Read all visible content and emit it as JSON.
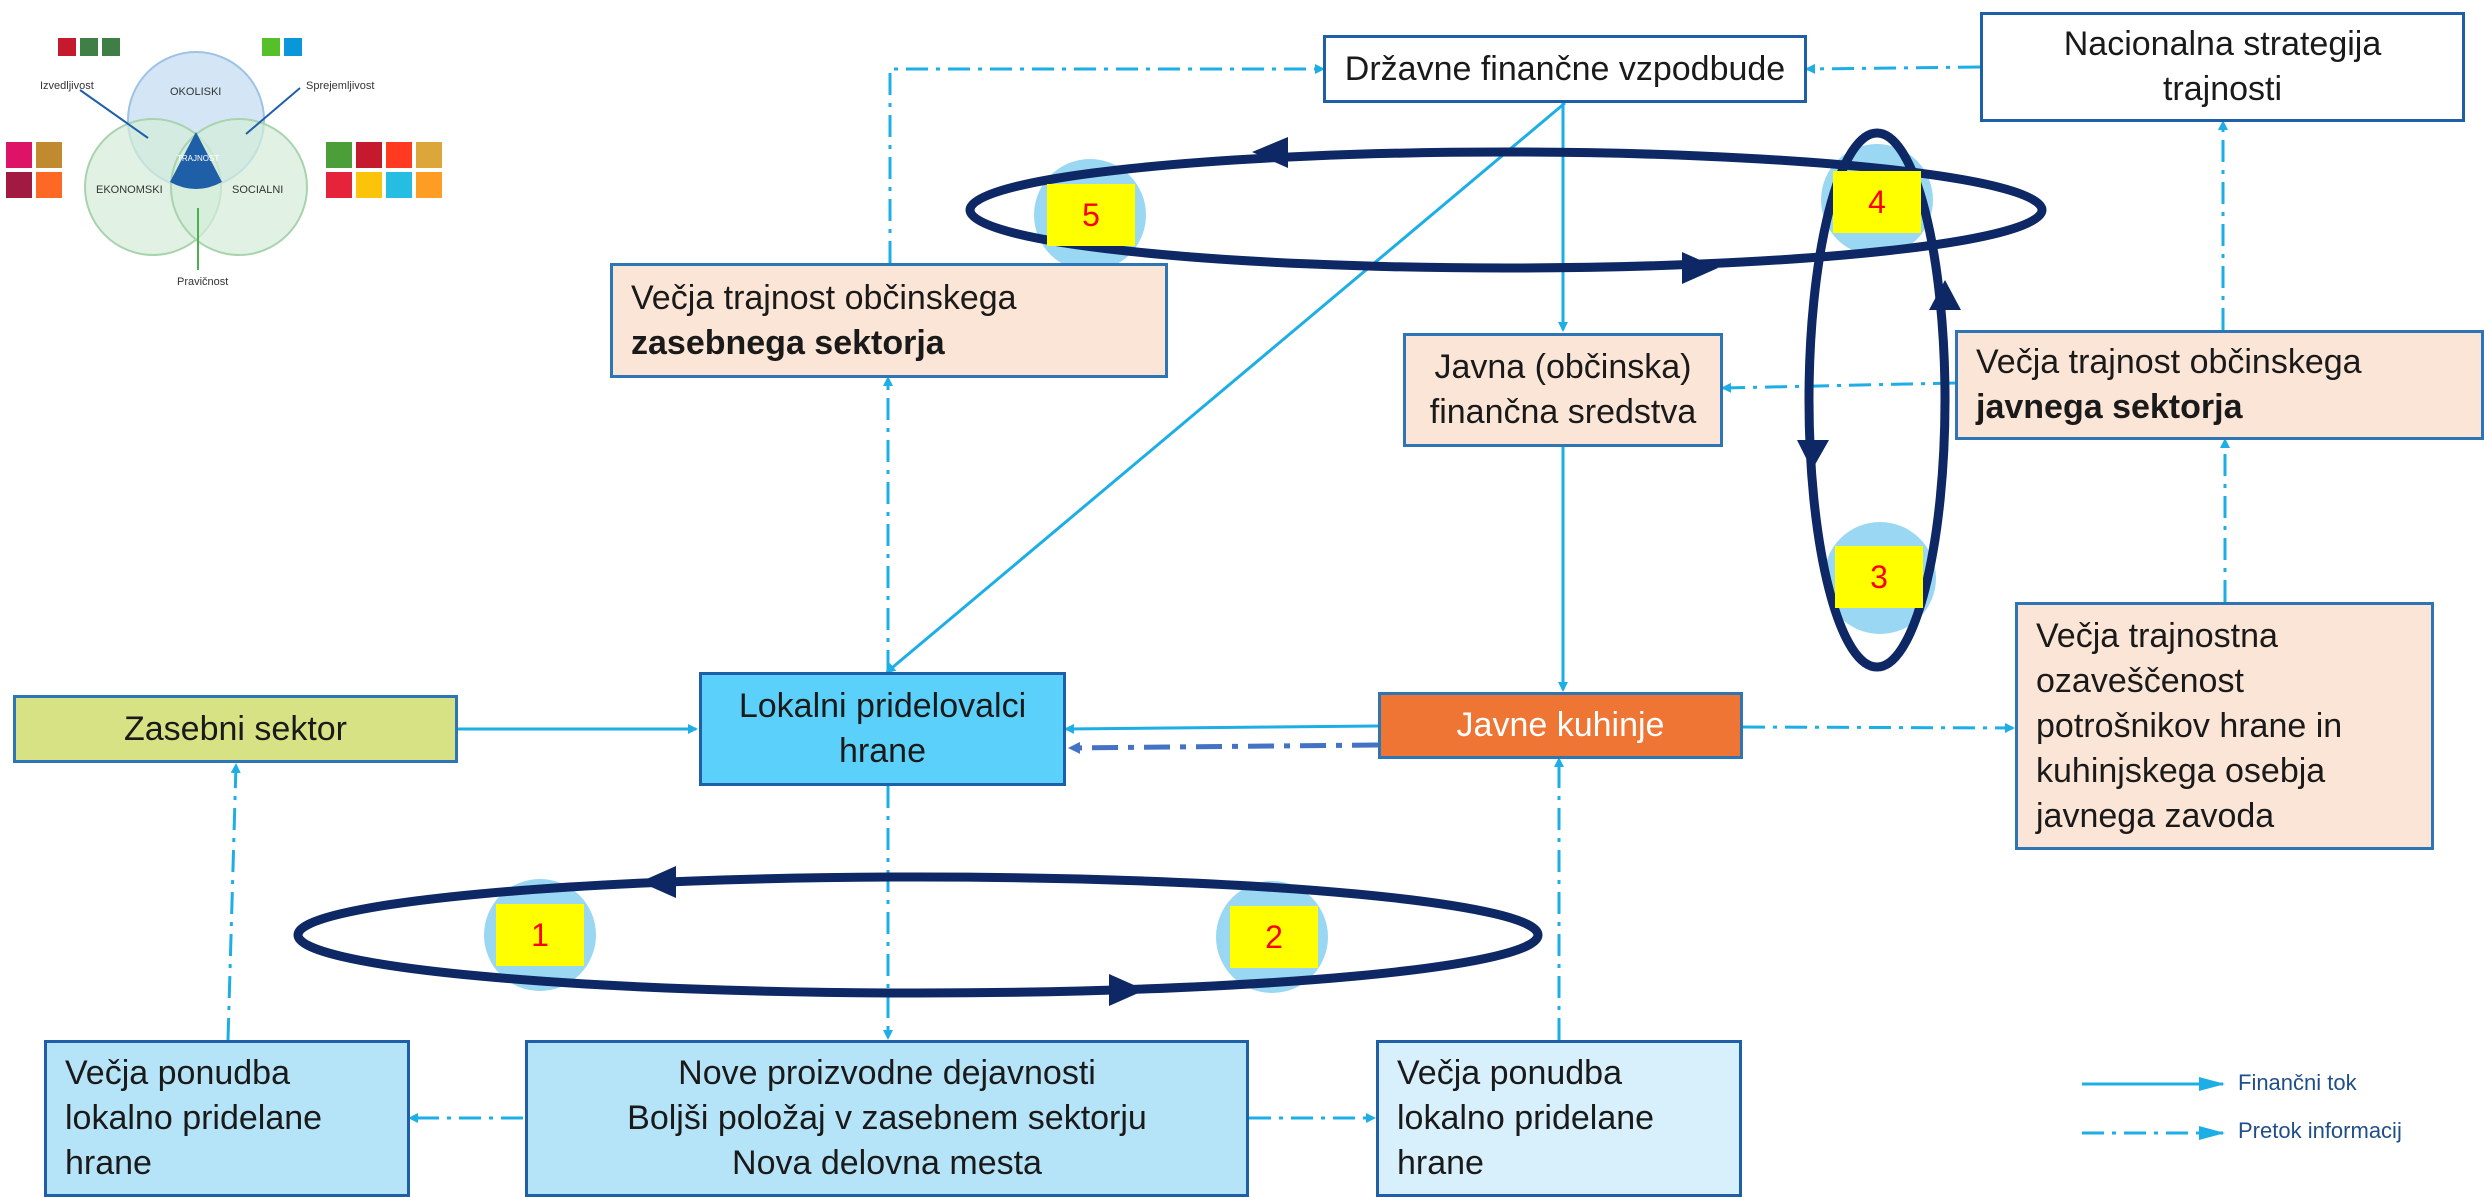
{
  "colors": {
    "line": "#1eaee6",
    "ellipse": "#0d2865",
    "dashed_dark": "#4472c4",
    "number_fill": "#ffff00",
    "number_text": "#ff0000"
  },
  "boxes": {
    "drzavne": [
      "Državne finančne vzpodbude"
    ],
    "nacionalna": [
      "Nacionalna strategija",
      "trajnosti"
    ],
    "vecja_zasebnega": [
      "Večja trajnost občinskega"
    ],
    "vecja_zasebnega_bold": "zasebnega sektorja",
    "javna_sredstva": [
      "Javna (občinska)",
      "finančna sredstva"
    ],
    "vecja_javnega": [
      "Večja trajnost občinskega"
    ],
    "vecja_javnega_bold": "javnega sektorja",
    "zasebni": [
      "Zasebni sektor"
    ],
    "lokalni": [
      "Lokalni pridelovalci",
      "hrane"
    ],
    "javne_kuhinje": [
      "Javne kuhinje"
    ],
    "ozavescenost": [
      "Večja trajnostna",
      "ozaveščenost",
      "potrošnikov hrane in",
      "kuhinjskega osebja",
      "javnega zavoda"
    ],
    "ponudba_left": [
      "Večja ponudba",
      "lokalno pridelane",
      "hrane"
    ],
    "nove": [
      "Nove proizvodne dejavnosti",
      "Boljši položaj v zasebnem sektorju",
      "Nova delovna mesta"
    ],
    "ponudba_right": [
      "Večja ponudba",
      "lokalno pridelane",
      "hrane"
    ]
  },
  "numbers": [
    "1",
    "2",
    "3",
    "4",
    "5"
  ],
  "legend": {
    "financni_tok": "Finančni tok",
    "pretok": "Pretok informacij"
  },
  "sdg_diagram": {
    "okoliski": "OKOLISKI",
    "ekonomski": "EKONOMSKI",
    "socialni": "SOCIALNI",
    "trajnost": "TRAJNOST",
    "izvedljivost": "Izvedljivost",
    "sprejemljivost": "Sprejemljivost",
    "pravicnost": "Pravičnost"
  }
}
